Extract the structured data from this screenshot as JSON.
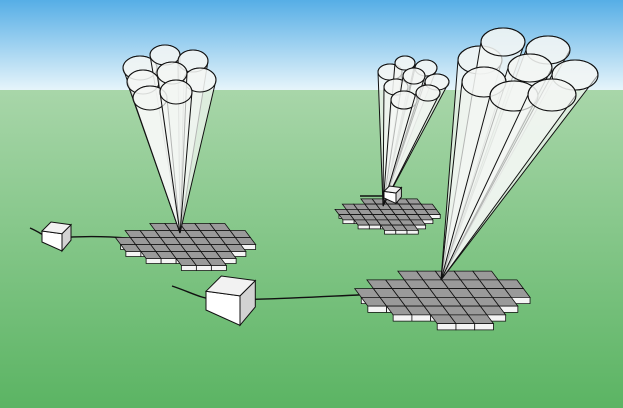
{
  "scene": {
    "colors": {
      "sky_top": "#56aee6",
      "sky_bottom": "#e9f6fb",
      "ground_top": "#a8d6a9",
      "ground_bottom": "#5bb463",
      "outline": "#111111",
      "cone_fill": "#f4f6f4",
      "cube_top": "#f2f2f2",
      "cube_left": "#ffffff",
      "cube_right": "#d2d2d2",
      "tile_top": "#9a9a9a",
      "tile_side": "#f4f4f4"
    },
    "assemblies": [
      {
        "id": "left",
        "cone_count": 8,
        "cube": "small",
        "tile_array": "hexagonal"
      },
      {
        "id": "middle",
        "cone_count": 8,
        "cube": "small",
        "tile_array": "hexagonal"
      },
      {
        "id": "right",
        "cone_count": 8,
        "cube": "large",
        "tile_array": "hexagonal"
      }
    ]
  }
}
